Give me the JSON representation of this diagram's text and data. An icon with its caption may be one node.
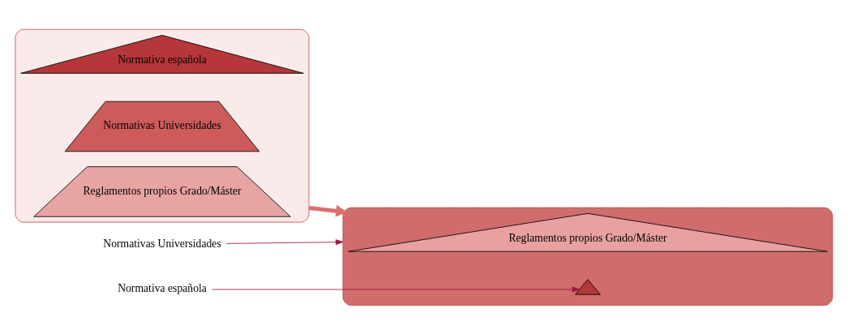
{
  "diagram": {
    "nodes": [
      {
        "text": [],
        "shape": "triangle"
      },
      {
        "text": [
          "Normativa española"
        ],
        "in": 0
      },
      {
        "text": [
          "Normativas Universidades"
        ],
        "in": 0
      },
      {
        "text": [
          "Reglamentos propios Grado/Máster"
        ],
        "in": 0
      },
      {
        "text": [
          "Normativa española"
        ]
      },
      {
        "text": [
          "Normativas Universidades"
        ]
      },
      {
        "text": [],
        "shape": "triangle"
      },
      {
        "text": [],
        "shape": "triangle",
        "in": 6
      },
      {
        "text": [
          "Reglamentos propios Grado/Máster"
        ],
        "in": 6
      }
    ],
    "edges": [
      {
        "from": 0,
        "to": 6,
        "arrow": "to",
        "style": "thick",
        "color": "#d9706e"
      },
      {
        "from": 4,
        "to": 7,
        "arrow": "to"
      },
      {
        "from": 5,
        "to": 6,
        "arrow": "to"
      }
    ]
  }
}
